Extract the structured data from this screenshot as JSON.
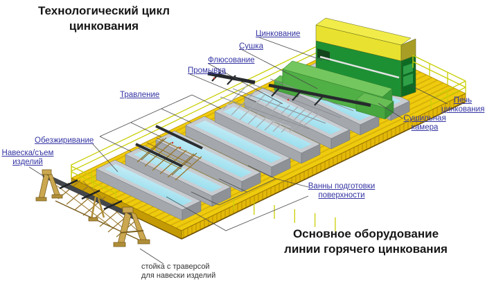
{
  "titles": {
    "top": "Технологический цикл\nцинкования",
    "bottom": "Основное оборудование\nлинии горячего цинкования"
  },
  "labels": {
    "galvanizing": "Цинкование",
    "drying": "Сушка",
    "fluxing": "Флюсование",
    "rinsing": "Промывка",
    "pickling": "Травление",
    "degreasing": "Обезжиривание",
    "loading": "Навеска/съем\nизделий",
    "furnace": "Печь\nцинкования",
    "drying_chamber": "Сушильная\nкамера",
    "prep_baths": "Ванны подготовки\nповерхности",
    "stand_caption": "стойка с траверсой\nдля навески изделий"
  },
  "colors": {
    "label_blue": "#3434A4",
    "platform_yellow": "#EFCB0E",
    "furnace_green": "#1D9034",
    "furnace_yellow": "#E9E12F",
    "chamber_green": "#55B348",
    "bath_gray": "#A4A8AD",
    "water_cyan": "#7FD6E8",
    "truss_brown": "#96762C",
    "beam_dark": "#43474B"
  }
}
